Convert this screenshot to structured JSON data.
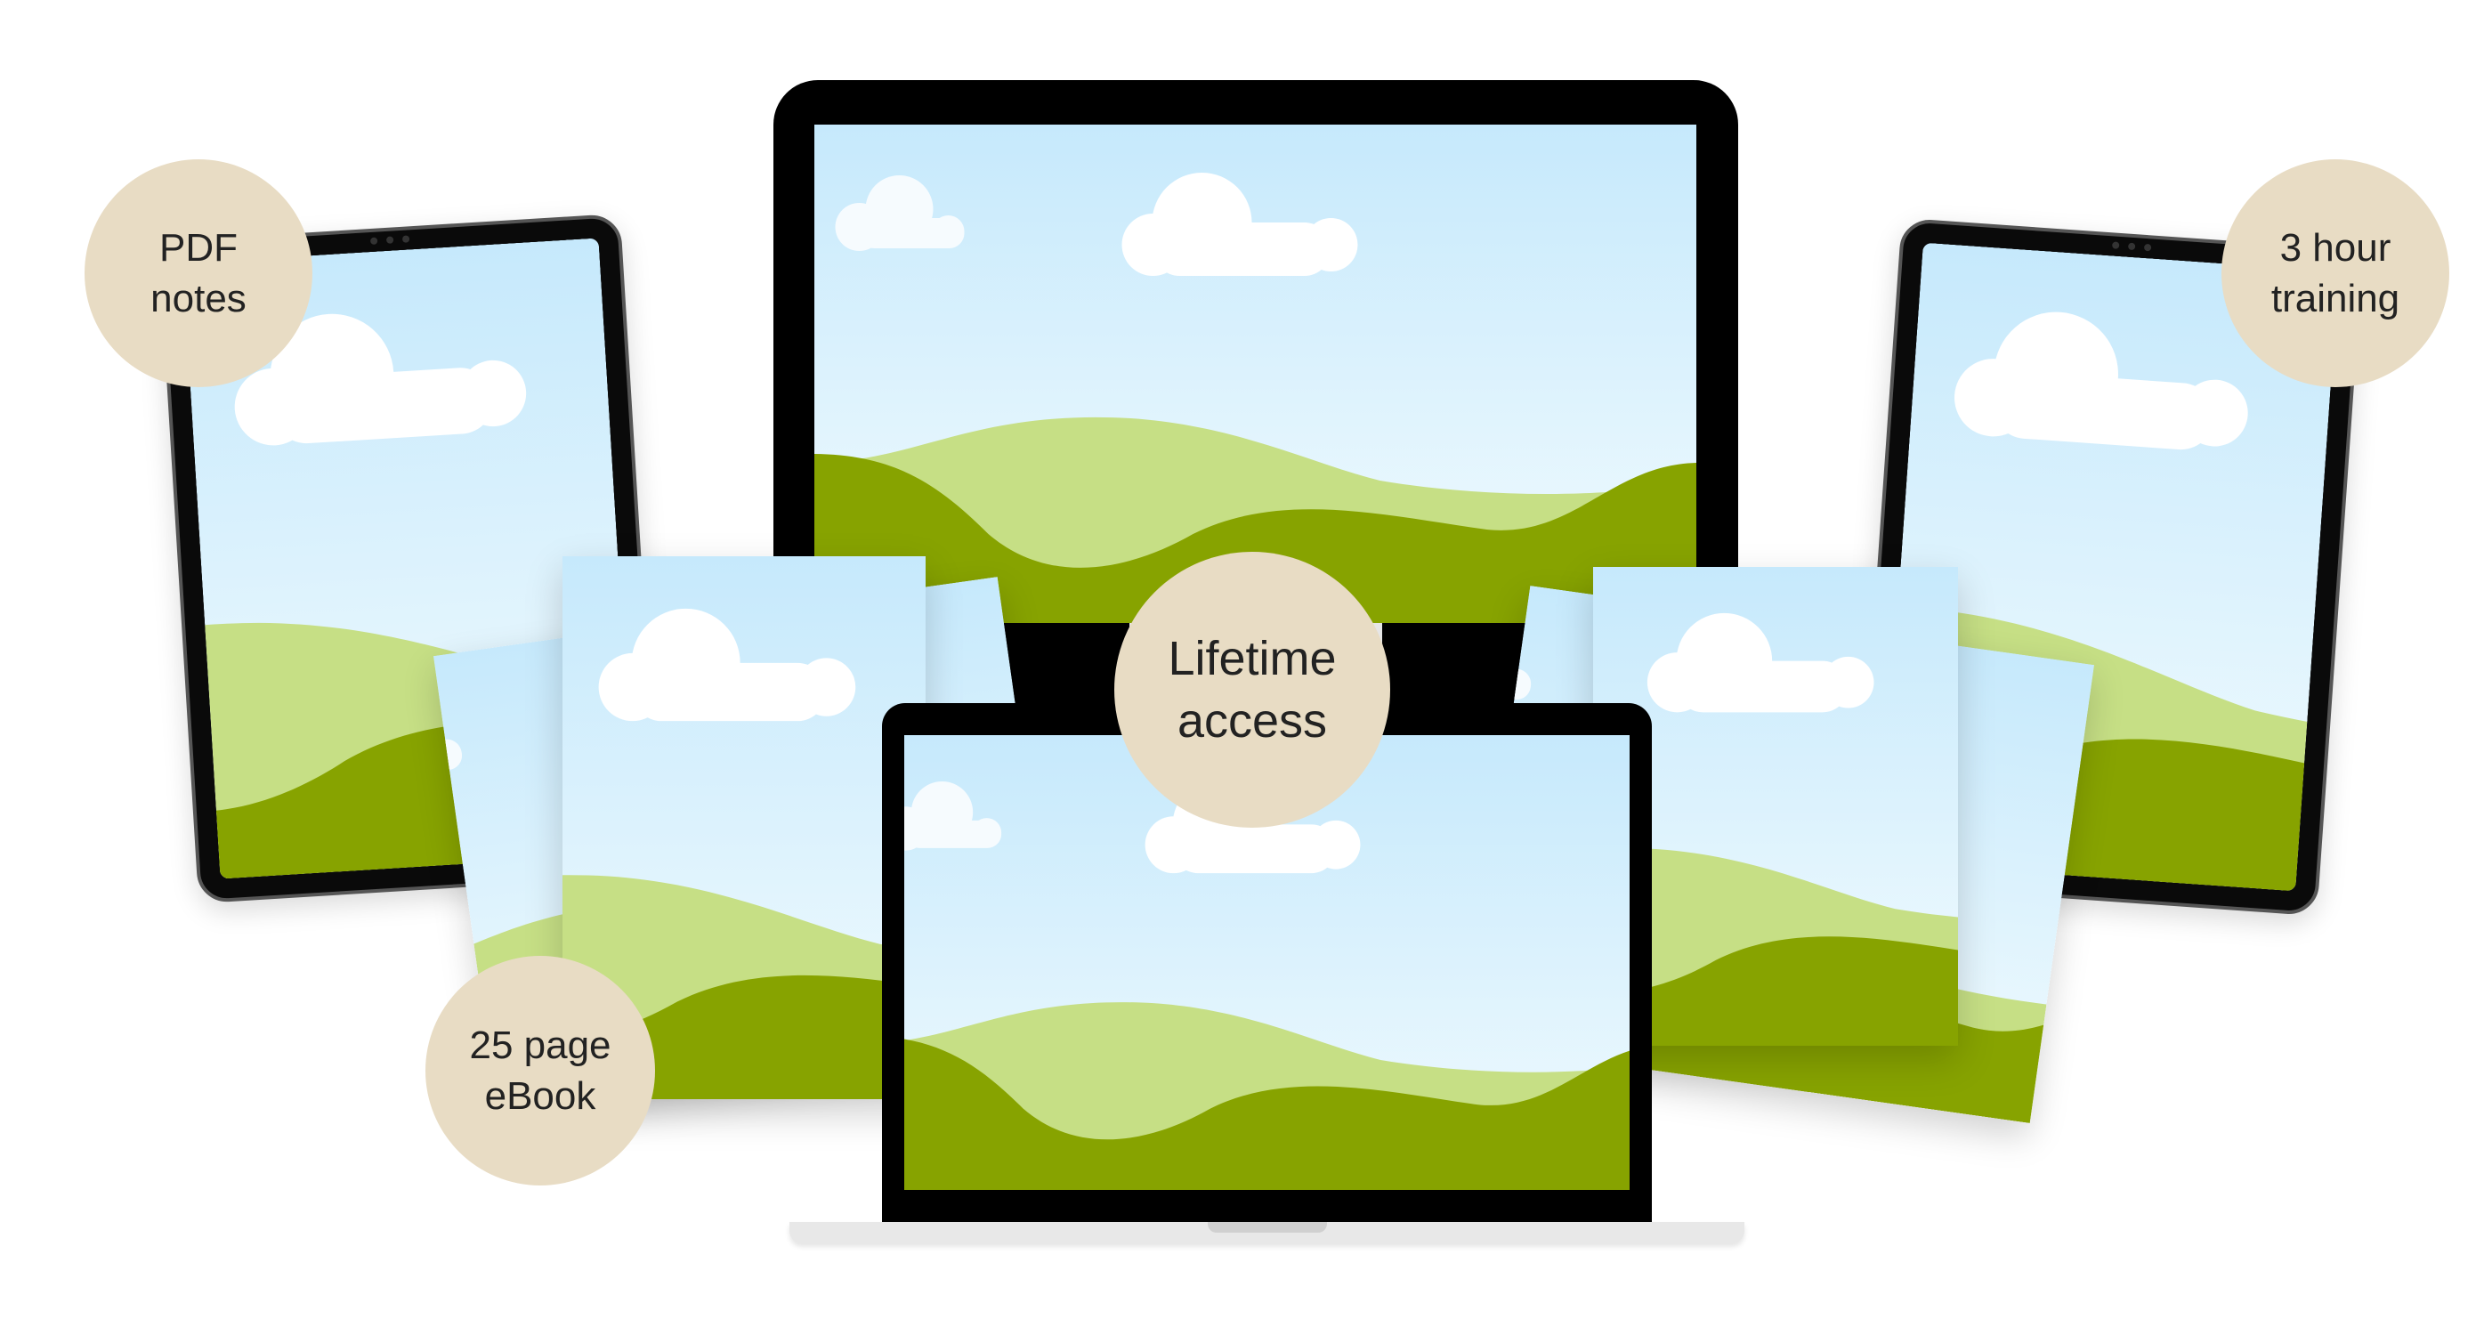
{
  "badges": {
    "pdf_notes": {
      "line1": "PDF",
      "line2": "notes"
    },
    "training": {
      "line1": "3 hour",
      "line2": "training"
    },
    "lifetime": {
      "line1": "Lifetime",
      "line2": "access"
    },
    "ebook": {
      "line1": "25 page",
      "line2": "eBook"
    }
  },
  "colors": {
    "badge": "#e8dcc4",
    "sky_top": "#c6e9fc",
    "sky_bottom": "#f0fafe",
    "hill_light": "#c6df85",
    "hill_dark": "#87a300",
    "bezel": "#000000"
  }
}
